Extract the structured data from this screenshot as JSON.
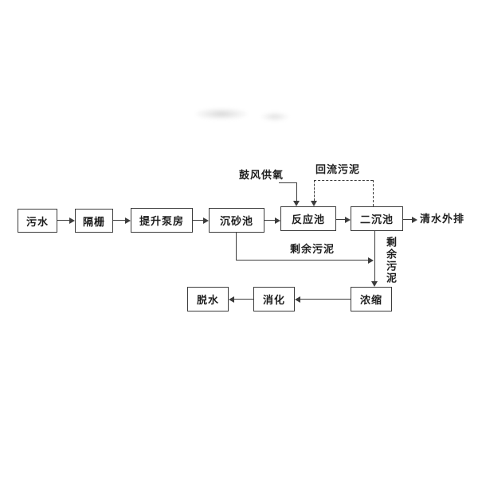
{
  "flowchart": {
    "main_flow": {
      "sewage": "污水",
      "bar_screen": "隔栅",
      "lift_pump_station": "提升泵房",
      "grit_chamber": "沉砂池",
      "reaction_tank": "反应池",
      "secondary_clarifier": "二沉池",
      "effluent": "清水外排"
    },
    "sludge_flow": {
      "thickening": "浓缩",
      "digestion": "消化",
      "dewatering": "脱水"
    },
    "annotations": {
      "blower_oxygen": "鼓风供氧",
      "return_sludge": "回流污泥",
      "excess_sludge_horizontal": "剩余污泥",
      "excess_sludge_vertical": "剩余污泥"
    },
    "colors": {
      "line": "#3c3c3c",
      "text": "#1e1e1e",
      "background": "#ffffff"
    }
  }
}
